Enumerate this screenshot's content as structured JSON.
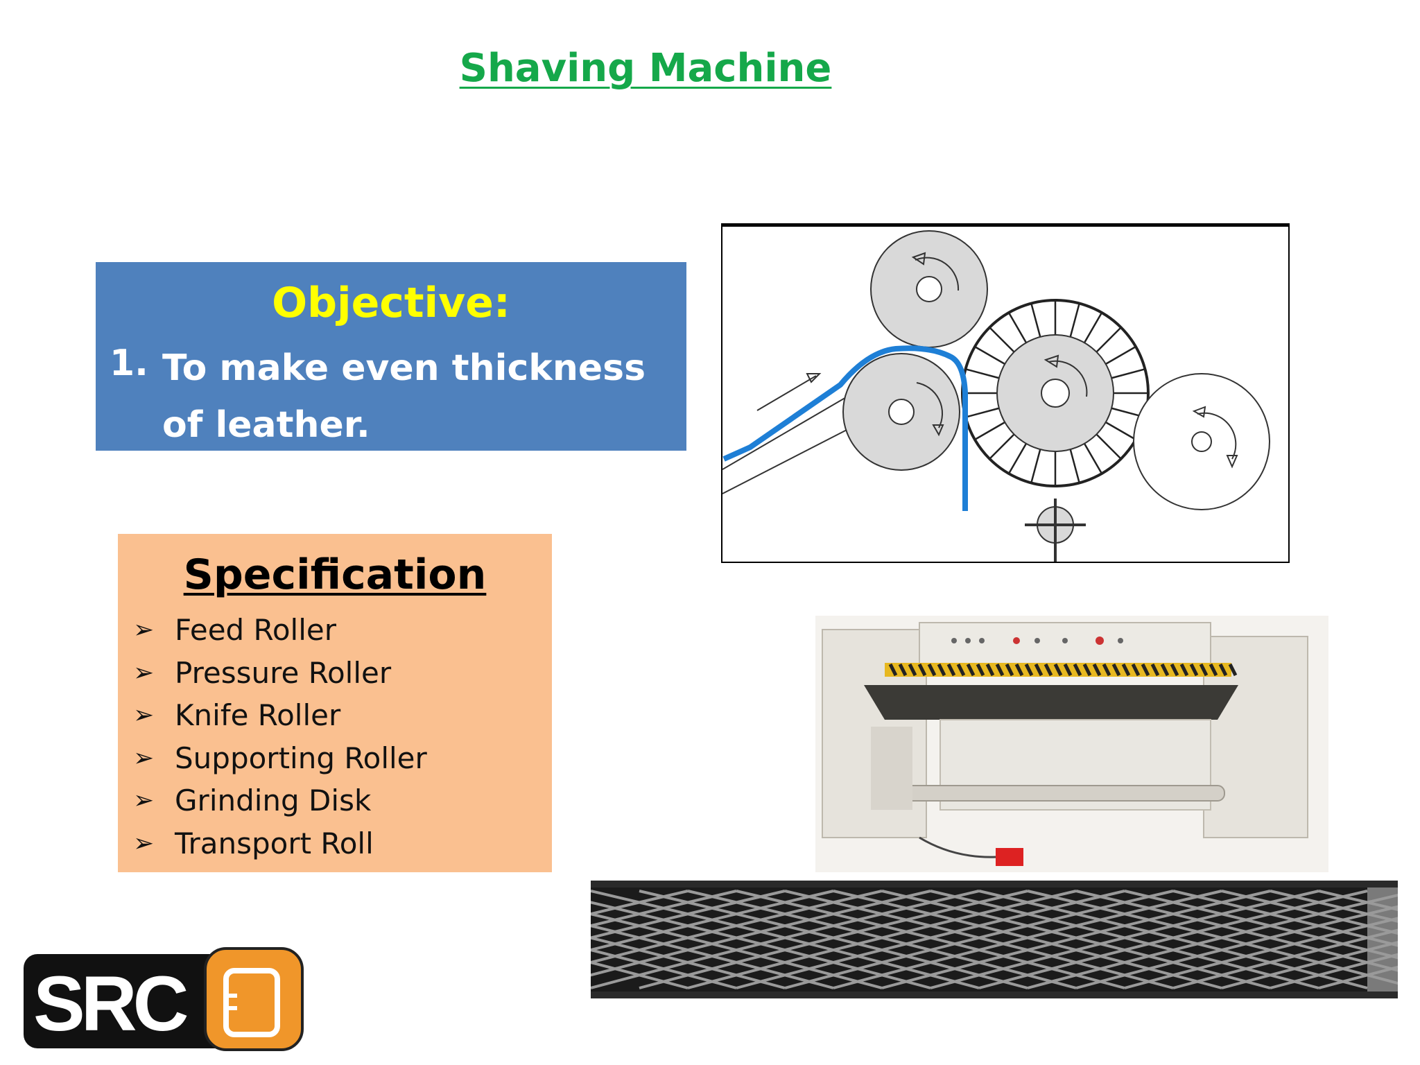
{
  "slide": {
    "title": "Shaving Machine"
  },
  "objective": {
    "heading": "Objective:",
    "number": "1.",
    "text": "To make even thickness of leather."
  },
  "specification": {
    "heading": "Specification",
    "items": [
      "Feed Roller",
      "Pressure Roller",
      "Knife Roller",
      "Supporting Roller",
      "Grinding Disk",
      "Transport Roll"
    ]
  },
  "logo": {
    "text": "SRC"
  },
  "colors": {
    "title": "#15a84a",
    "objective_bg": "#4f81bd",
    "objective_heading": "#ffff00",
    "spec_bg": "#fac090",
    "leather_path": "#1e7fd6",
    "logo_orange": "#f0962a"
  },
  "icons": {
    "bullet": "arrowhead-bullet-icon"
  }
}
